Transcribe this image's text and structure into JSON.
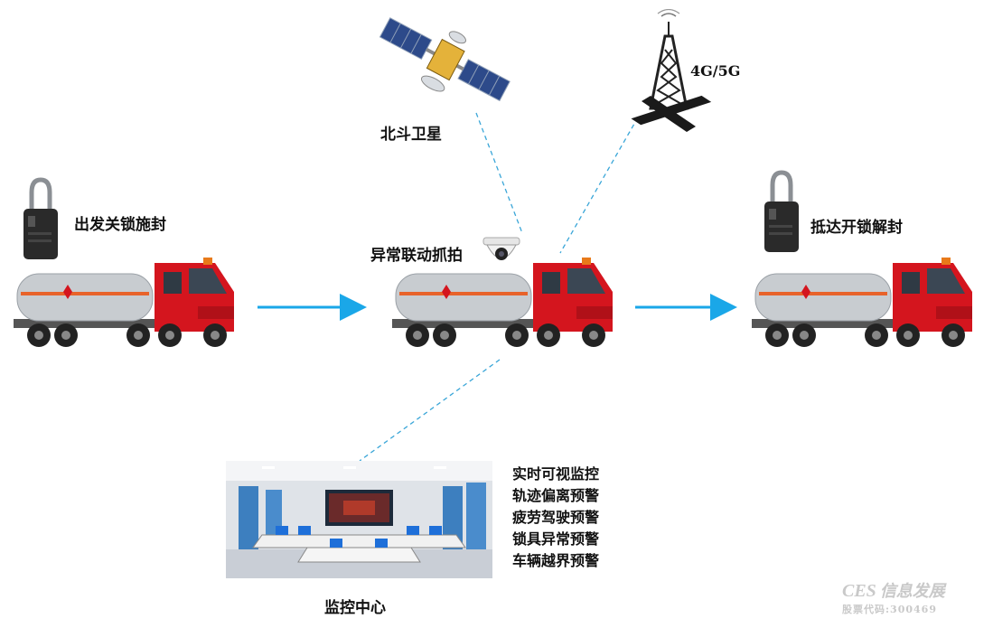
{
  "diagram": {
    "nodes": {
      "satellite": {
        "label": "北斗卫星",
        "icon": "satellite-icon"
      },
      "tower": {
        "label": "4G/5G",
        "icon": "cell-tower-icon"
      },
      "truck_start": {
        "label": "出发关锁施封",
        "icon": "tanker-truck-icon",
        "lock_icon": "electronic-lock-icon"
      },
      "truck_middle": {
        "label": "异常联动抓拍",
        "icon": "tanker-truck-icon",
        "camera_icon": "dome-camera-icon"
      },
      "truck_end": {
        "label": "抵达开锁解封",
        "icon": "tanker-truck-icon",
        "lock_icon": "electronic-lock-icon"
      },
      "monitor_center": {
        "label": "监控中心",
        "icon": "control-room-image"
      }
    },
    "features": [
      "实时可视监控",
      "轨迹偏离预警",
      "疲劳驾驶预警",
      "锁具异常预警",
      "车辆越界预警"
    ],
    "edges": [
      {
        "from": "truck_start",
        "to": "truck_middle",
        "style": "solid-arrow"
      },
      {
        "from": "truck_middle",
        "to": "truck_end",
        "style": "solid-arrow"
      },
      {
        "from": "satellite",
        "to": "truck_middle",
        "style": "dashed"
      },
      {
        "from": "tower",
        "to": "truck_middle",
        "style": "dashed"
      },
      {
        "from": "truck_middle",
        "to": "monitor_center",
        "style": "dashed"
      }
    ],
    "colors": {
      "arrow": "#1aa7e8",
      "dashed_link": "#3aa6d8",
      "truck_cab": "#d4151e",
      "tank": "#c8ccd0",
      "tank_stripe": "#e8632a"
    }
  },
  "watermark": {
    "brand": "CES",
    "brand_suffix": "信息发展",
    "stock": "股票代码:300469"
  }
}
